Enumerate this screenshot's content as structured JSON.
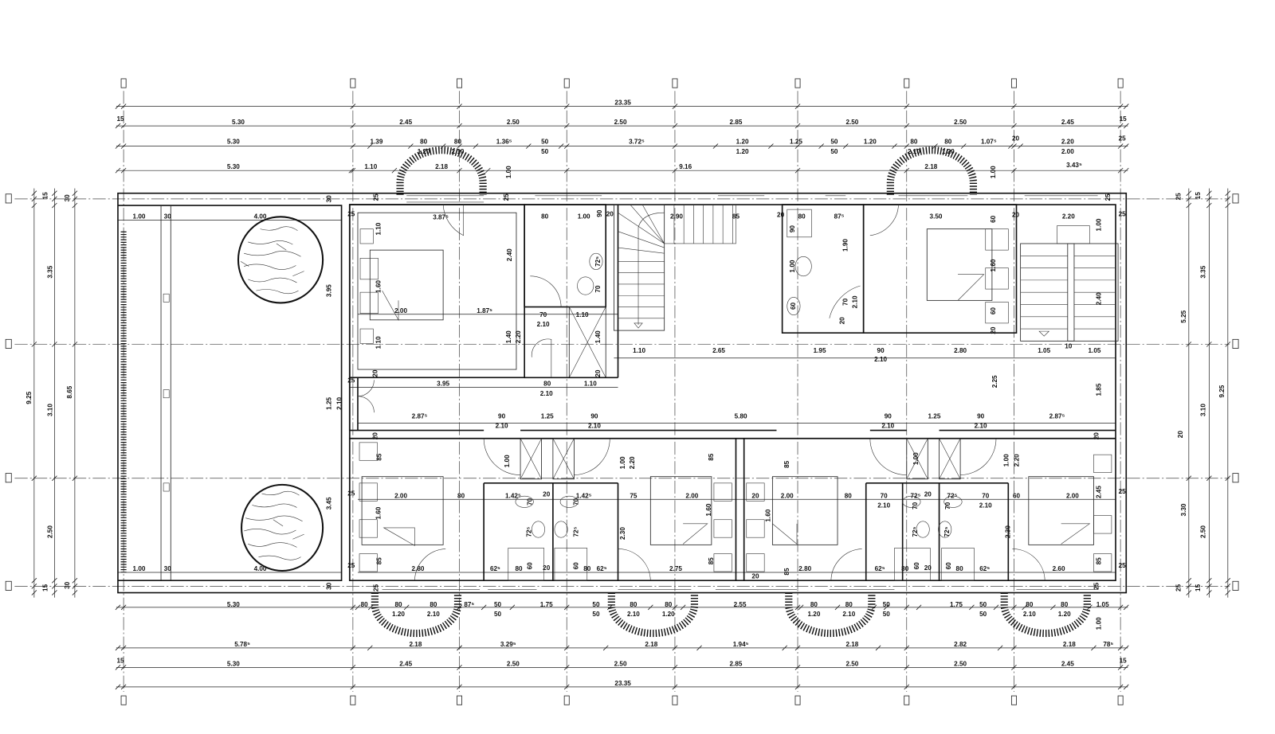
{
  "dimensions": {
    "top_overall": [
      "23.35"
    ],
    "top_axes": [
      "15",
      "5.30",
      "2.45",
      "2.50",
      "2.50",
      "2.85",
      "2.50",
      "2.50",
      "2.45",
      "15"
    ],
    "top_openings": [
      "5.30",
      "1.39",
      "80",
      "80",
      "1.36⁵",
      "50",
      "3.72⁵",
      "1.20",
      "1.25",
      "50",
      "1.20",
      "80",
      "80",
      "1.07⁵",
      "20",
      "2.20",
      "25"
    ],
    "top_openings_sub": [
      "1.20",
      "2.10",
      "50",
      "1.20",
      "50",
      "2.10",
      "1.20",
      "2.00"
    ],
    "top_walls": [
      "5.30",
      "1.10",
      "2.18",
      "1.00",
      "9.16",
      "2.18",
      "1.00",
      "3.43⁵"
    ],
    "bottom_openings": [
      "5.30",
      "80",
      "80",
      "80",
      "87⁵",
      "50",
      "1.75",
      "50",
      "80",
      "80",
      "2.55",
      "80",
      "80",
      "50",
      "1.75",
      "50",
      "80",
      "80",
      "1.05"
    ],
    "bottom_openings_sub": [
      "1.20",
      "2.10",
      "50",
      "50",
      "2.10",
      "1.20",
      "1.20",
      "2.10",
      "50",
      "50",
      "2.10",
      "1.20"
    ],
    "bottom_walls": [
      "5.78⁵",
      "2.18",
      "3.29⁵",
      "2.18",
      "1.94⁵",
      "2.18",
      "2.82",
      "2.18",
      "78⁵"
    ],
    "bottom_axes": [
      "15",
      "5.30",
      "2.45",
      "2.50",
      "2.50",
      "2.85",
      "2.50",
      "2.50",
      "2.45",
      "15"
    ],
    "bottom_overall": [
      "23.35"
    ],
    "left": [
      "15",
      "30",
      "3.35",
      "9.25",
      "8.65",
      "3.10",
      "2.50",
      "15",
      "30"
    ],
    "right": [
      "25",
      "15",
      "3.35",
      "5.25",
      "9.25",
      "3.10",
      "20",
      "3.30",
      "2.50",
      "25",
      "15"
    ],
    "interior": [
      "1.00",
      "30",
      "4.00",
      "30",
      "25",
      "25",
      "3.87⁵",
      "25",
      "80",
      "1.00",
      "90",
      "20",
      "1.10",
      "2.40",
      "1.60",
      "3.95",
      "72⁵",
      "70",
      "2.00",
      "1.87⁵",
      "70",
      "1.10",
      "2.10",
      "1.40",
      "2.20",
      "1.40",
      "1.10",
      "20",
      "20",
      "3.95",
      "80",
      "1.10",
      "2.10",
      "25",
      "2.90",
      "85",
      "20",
      "80",
      "87⁵",
      "90",
      "1.90",
      "1.00",
      "60",
      "70",
      "2.10",
      "20",
      "3.50",
      "60",
      "1.60",
      "60",
      "20",
      "20",
      "2.20",
      "1.00",
      "2.40",
      "1.10",
      "2.65",
      "1.95",
      "90",
      "2.10",
      "2.80",
      "1.05",
      "10",
      "1.05",
      "2.25",
      "1.85",
      "1.25",
      "2.10",
      "2.87⁵",
      "90",
      "2.10",
      "1.25",
      "90",
      "2.10",
      "5.80",
      "90",
      "2.10",
      "1.25",
      "90",
      "2.10",
      "2.87⁵",
      "20",
      "85",
      "25",
      "2.00",
      "80",
      "1.60",
      "85",
      "25",
      "2.80",
      "3.45",
      "1.00",
      "1.42⁵",
      "70",
      "72⁵",
      "20",
      "1.42⁵",
      "70",
      "72⁵",
      "1.00",
      "2.20",
      "75",
      "2.00",
      "1.60",
      "85",
      "85",
      "2.30",
      "62⁵",
      "80",
      "60",
      "20",
      "60",
      "80",
      "62⁵",
      "2.75",
      "20",
      "2.00",
      "80",
      "1.60",
      "85",
      "85",
      "2.80",
      "20",
      "1.00",
      "70",
      "2.10",
      "72⁵",
      "70",
      "72⁵",
      "20",
      "72⁵",
      "70",
      "72⁵",
      "70",
      "2.10",
      "1.00",
      "2.20",
      "2.30",
      "60",
      "2.00",
      "2.45",
      "85",
      "62⁵",
      "80",
      "60",
      "20",
      "60",
      "80",
      "62⁵",
      "2.60",
      "20",
      "25",
      "25",
      "25",
      "25",
      "25",
      "1.00",
      "30",
      "4.00",
      "30",
      "25",
      "1.00"
    ]
  }
}
